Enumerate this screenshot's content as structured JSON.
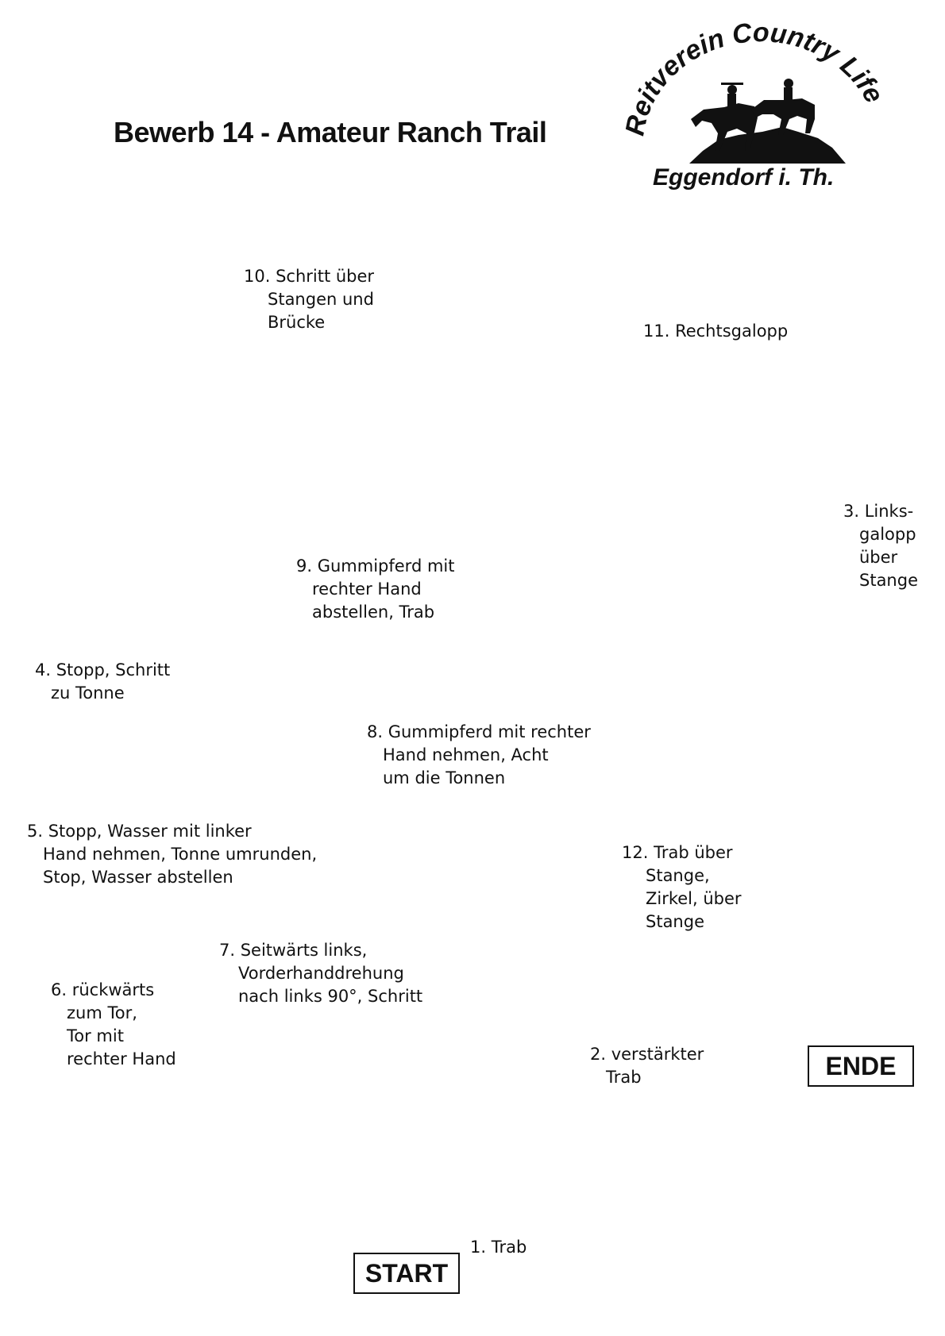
{
  "title": "Bewerb 14 - Amateur Ranch Trail",
  "logo": {
    "arc_text": "Reitverein Country Life",
    "location": "Eggendorf i. Th."
  },
  "start_label": "START",
  "end_label": "ENDE",
  "steps": [
    {
      "id": "1",
      "lines": [
        "1. Trab"
      ]
    },
    {
      "id": "2",
      "lines": [
        "2. verstärkter",
        "Trab"
      ]
    },
    {
      "id": "3",
      "lines": [
        "3. Links-",
        "galopp",
        "über",
        "Stange"
      ]
    },
    {
      "id": "4",
      "lines": [
        "4. Stopp, Schritt",
        "zu Tonne"
      ]
    },
    {
      "id": "5",
      "lines": [
        "5. Stopp, Wasser mit linker",
        "Hand nehmen, Tonne umrunden,",
        "Stop, Wasser abstellen"
      ]
    },
    {
      "id": "6",
      "lines": [
        "6. rückwärts",
        "zum Tor,",
        "Tor mit",
        "rechter Hand"
      ]
    },
    {
      "id": "7",
      "lines": [
        "7. Seitwärts links,",
        "Vorderhanddrehung",
        "nach links 90°, Schritt"
      ]
    },
    {
      "id": "8",
      "lines": [
        "8. Gummipferd mit rechter",
        "Hand nehmen, Acht",
        "um die Tonnen"
      ]
    },
    {
      "id": "9",
      "lines": [
        "9. Gummipferd mit",
        "rechter Hand",
        "abstellen, Trab"
      ]
    },
    {
      "id": "10",
      "lines": [
        "10. Schritt über",
        "Stangen und",
        "Brücke"
      ]
    },
    {
      "id": "11",
      "lines": [
        "11. Rechtsgalopp"
      ]
    },
    {
      "id": "12",
      "lines": [
        "12. Trab über",
        "Stange,",
        "Zirkel, über",
        "Stange"
      ]
    }
  ],
  "colors": {
    "line": "#111111",
    "barrel": "#d9d9d9",
    "pole_stripe": "#c8c8c8",
    "bridge": "#d6d6d6"
  },
  "icons": [
    "horse-riders-logo-icon",
    "horseshoe-marker-icon",
    "barrel-icon",
    "pole-icon",
    "bridge-icon",
    "gate-icon",
    "arrow-icon"
  ]
}
